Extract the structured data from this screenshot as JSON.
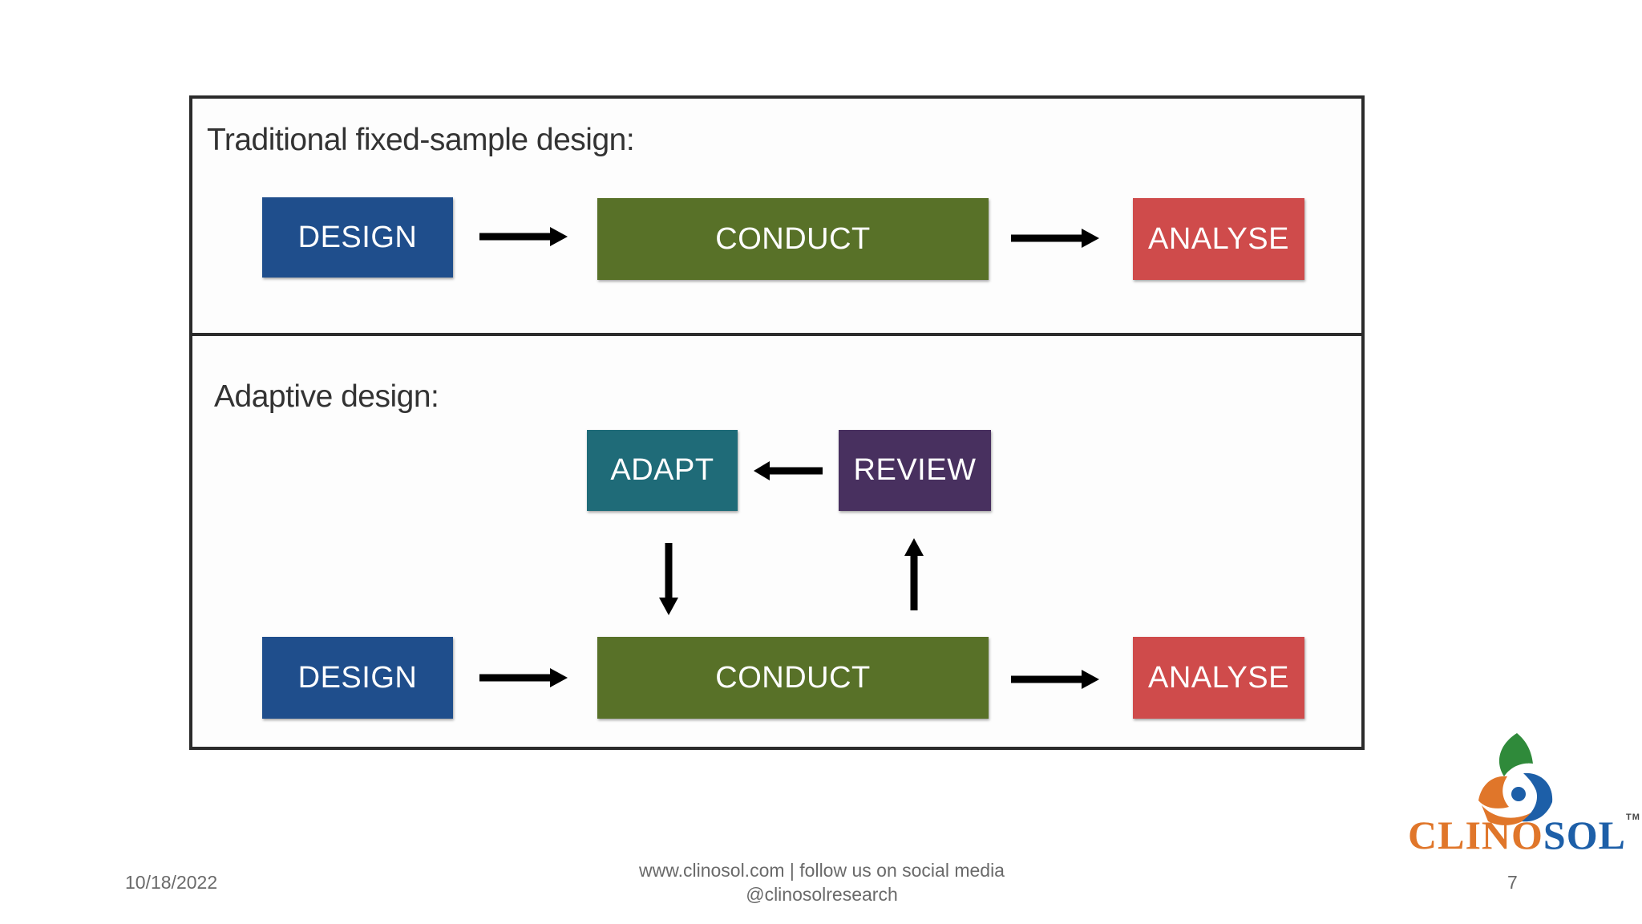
{
  "top_panel": {
    "title": "Traditional fixed-sample design:"
  },
  "bottom_panel": {
    "title": "Adaptive design:"
  },
  "boxes": {
    "design_top": "DESIGN",
    "conduct_top": "CONDUCT",
    "analyse_top": "ANALYSE",
    "adapt": "ADAPT",
    "review": "REVIEW",
    "design_bottom": "DESIGN",
    "conduct_bottom": "CONDUCT",
    "analyse_bottom": "ANALYSE"
  },
  "colors": {
    "design": "#1f4e8c",
    "conduct": "#587128",
    "analyse": "#cf4b4b",
    "adapt": "#1f6b78",
    "review": "#48305f",
    "logo_orange": "#e0762a",
    "logo_blue": "#1d5fa8",
    "logo_green": "#2f8a3a"
  },
  "footer": {
    "date": "10/18/2022",
    "center_line1": "www.clinosol.com | follow us on social media",
    "center_line2": "@clinosolresearch",
    "page_number": "7"
  },
  "logo": {
    "part1": "CLINO",
    "part2": "SOL",
    "tm": "TM"
  }
}
